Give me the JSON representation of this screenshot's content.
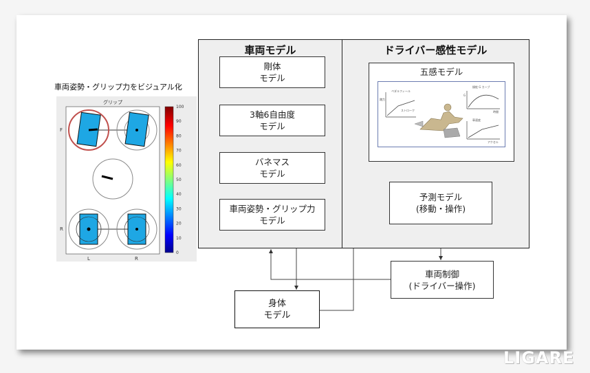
{
  "grip_visual": {
    "title": "車両姿勢・グリップ力をビジュアル化",
    "chart_title": "グリップ",
    "row_labels": [
      "F",
      "R"
    ],
    "col_labels": [
      "L",
      "R"
    ],
    "colorbar_ticks": [
      "100",
      "90",
      "80",
      "70",
      "60",
      "50",
      "40",
      "30",
      "20",
      "10",
      "0"
    ]
  },
  "vehicle_model": {
    "title": "車両モデル",
    "boxes": [
      {
        "line1": "剛体",
        "line2": "モデル"
      },
      {
        "line1": "3軸6自由度",
        "line2": "モデル"
      },
      {
        "line1": "バネマス",
        "line2": "モデル"
      },
      {
        "line1": "車両姿勢・グリップ力",
        "line2": "モデル"
      }
    ]
  },
  "driver_model": {
    "title": "ドライバー感性モデル",
    "five_senses": {
      "title": "五感モデル",
      "inset_labels": [
        "ペダルフィール",
        "踏力",
        "ストローク",
        "操舵 G カーブ",
        "G",
        "時間",
        "車速度",
        "アクセル"
      ]
    },
    "prediction": {
      "line1": "予測モデル",
      "line2": "(移動・操作)"
    }
  },
  "vehicle_control": {
    "line1": "車両制御",
    "line2": "(ドライバー操作)"
  },
  "body_model": {
    "line1": "身体",
    "line2": "モデル"
  },
  "watermark": "LIGARE"
}
